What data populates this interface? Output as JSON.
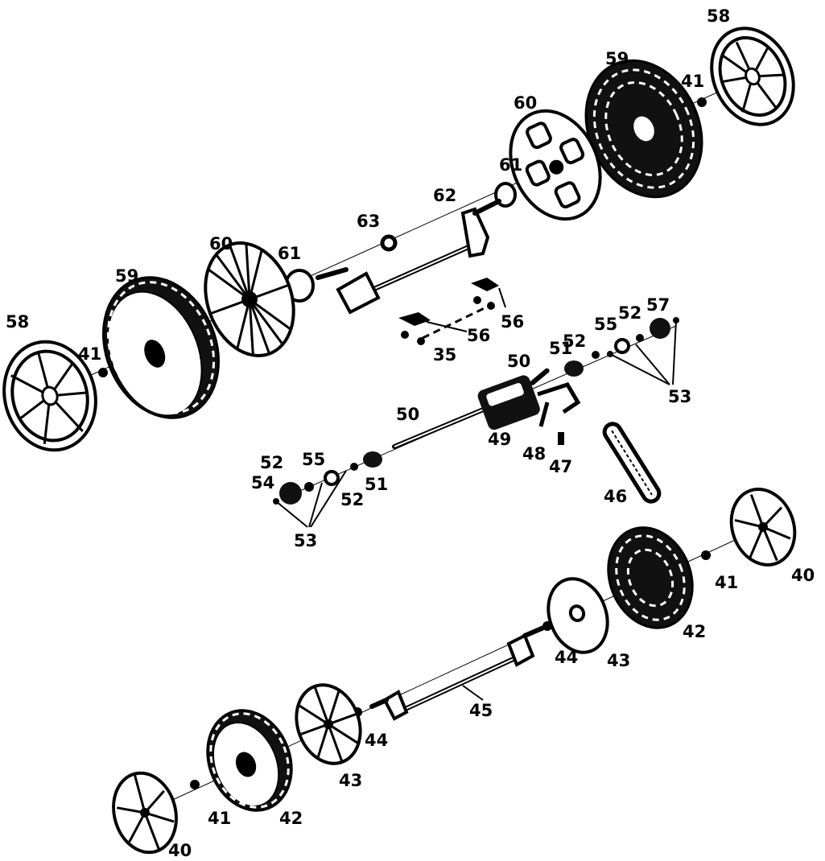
{
  "title": "Wheel and drive assembly exploded view",
  "labels": [
    "58",
    "59",
    "41",
    "60",
    "61",
    "62",
    "63",
    "60",
    "61",
    "59",
    "58",
    "41",
    "56",
    "56",
    "35",
    "57",
    "52",
    "55",
    "52",
    "51",
    "50",
    "53",
    "50",
    "49",
    "48",
    "47",
    "46",
    "52",
    "55",
    "54",
    "52",
    "51",
    "53",
    "41",
    "40",
    "42",
    "44",
    "43",
    "45",
    "44",
    "43",
    "41",
    "42",
    "40"
  ]
}
